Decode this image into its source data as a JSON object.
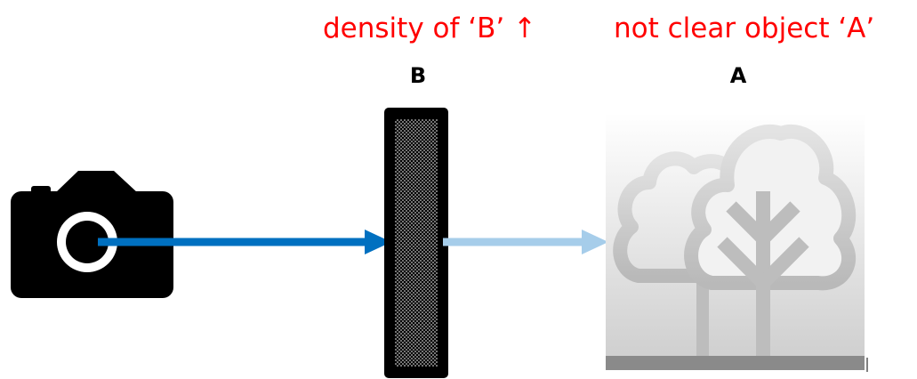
{
  "captions": {
    "filter_effect": "density of ‘B’ ↑",
    "object_effect": "not clear object ‘A’"
  },
  "labels": {
    "filter": "B",
    "object": "A"
  },
  "icons": {
    "source": "camera-icon",
    "object": "tree-icon"
  },
  "colors": {
    "caption": "#ff0000",
    "label": "#000000",
    "ray_incoming": "#0070c0",
    "ray_outgoing": "#a6cdea",
    "filter": "#000000",
    "object_tree": "#b8b8b8",
    "ground": "#8a8a8a"
  }
}
